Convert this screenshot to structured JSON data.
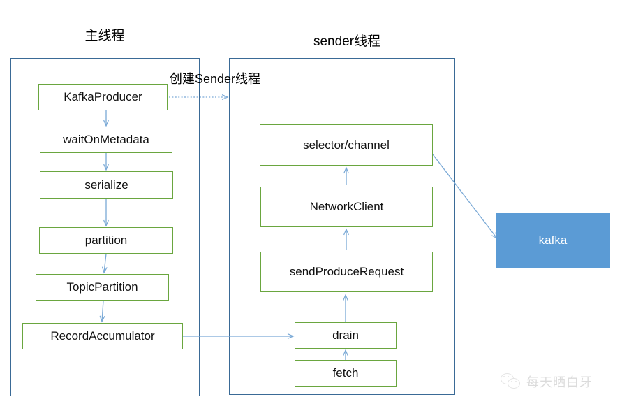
{
  "diagram": {
    "title_main_thread": "主线程",
    "title_sender_thread": "sender线程",
    "edge_label_create_sender": "创建Sender线程",
    "colors": {
      "node_border": "#6aa63f",
      "container_border": "#3a6a96",
      "arrow": "#7aa9d6",
      "kafka_fill": "#5b9bd5",
      "kafka_text": "#ffffff",
      "text": "#111111"
    },
    "main_thread_nodes": [
      {
        "label": "KafkaProducer"
      },
      {
        "label": "waitOnMetadata"
      },
      {
        "label": "serialize"
      },
      {
        "label": "partition"
      },
      {
        "label": "TopicPartition"
      },
      {
        "label": "RecordAccumulator"
      }
    ],
    "sender_thread_nodes": [
      {
        "label": "selector/channel"
      },
      {
        "label": "NetworkClient"
      },
      {
        "label": "sendProduceRequest"
      },
      {
        "label": "drain"
      },
      {
        "label": "fetch"
      }
    ],
    "external_nodes": [
      {
        "label": "kafka"
      }
    ],
    "watermark": {
      "text": "每天晒白牙",
      "icon": "wechat-icon"
    }
  }
}
